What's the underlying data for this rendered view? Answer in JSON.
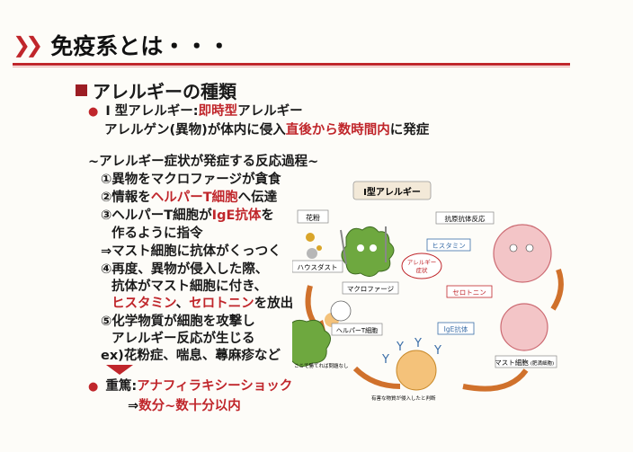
{
  "title": "免疫系とは・・・",
  "section": "アレルギーの種類",
  "type1": {
    "label_prefix": "Ⅰ 型アレルギー:",
    "label_red": "即時型",
    "label_suffix": "アレルギー",
    "desc_prefix": "アレルゲン(異物)が体内に侵入",
    "desc_red": "直後から数時間内",
    "desc_suffix": "に発症"
  },
  "process": {
    "heading": "~アレルギー症状が発症する反応過程~",
    "s1": "①異物をマクロファージが貪食",
    "s2_pre": "②情報を",
    "s2_red": "ヘルパーT細胞",
    "s2_post": "へ伝達",
    "s3_pre": "③ヘルパーT細胞が",
    "s3_red": "IgE抗体",
    "s3_post": "を",
    "s3_cont": "作るように指令",
    "arrow": "⇒マスト細胞に抗体がくっつく",
    "s4a": "④再度、異物が侵入した際、",
    "s4b": "抗体がマスト細胞に付き、",
    "s4_red1": "ヒスタミン",
    "s4_mid": "、",
    "s4_red2": "セロトニン",
    "s4_post": "を放出",
    "s5a": "⑤化学物質が細胞を攻撃し",
    "s5b": "アレルギー反応が生じる",
    "ex": "ex)花粉症、喘息、蕁麻疹など"
  },
  "severe": {
    "label": "重篤:",
    "red": "アナフィラキシーショック",
    "arrow": "⇒",
    "time": "数分~数十分以内"
  },
  "diagram": {
    "title": "Ⅰ型アレルギー",
    "pollen": "花粉",
    "dust": "ハウスダスト",
    "macrophage": "マクロファージ",
    "helper_t": "ヘルパーT細胞",
    "ige": "IgE抗体",
    "reaction": "抗原抗体反応",
    "histamine": "ヒスタミン",
    "serotonin": "セロトニン",
    "allergy1": "アレルギー",
    "allergy2": "症状",
    "mast": "マスト細胞",
    "mast_note": "(肥満細胞)",
    "note1": "ここで勝てれば問題なし",
    "note2": "有害な物質が侵入したと判断"
  },
  "colors": {
    "accent": "#c0262b",
    "dark_red": "#9c1d24"
  }
}
